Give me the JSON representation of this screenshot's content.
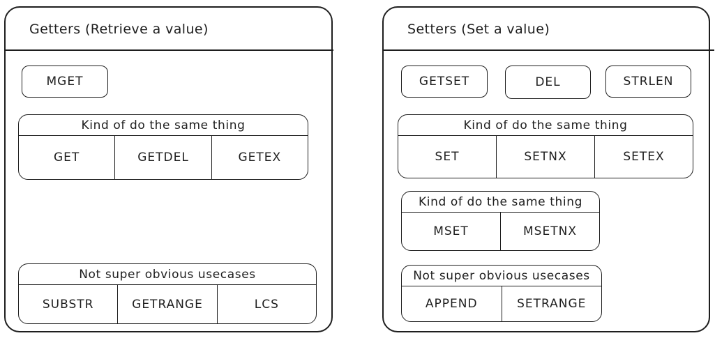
{
  "getters": {
    "title": "Getters (Retrieve a value)",
    "single": "MGET",
    "group1": {
      "label": "Kind of do the same thing",
      "items": [
        "GET",
        "GETDEL",
        "GETEX"
      ]
    },
    "group2": {
      "label": "Not super obvious usecases",
      "items": [
        "SUBSTR",
        "GETRANGE",
        "LCS"
      ]
    }
  },
  "setters": {
    "title": "Setters (Set a value)",
    "singles": [
      "GETSET",
      "DEL",
      "STRLEN"
    ],
    "group1": {
      "label": "Kind of do the same thing",
      "items": [
        "SET",
        "SETNX",
        "SETEX"
      ]
    },
    "group2": {
      "label": "Kind of do the same thing",
      "items": [
        "MSET",
        "MSETNX"
      ]
    },
    "group3": {
      "label": "Not super obvious usecases",
      "items": [
        "APPEND",
        "SETRANGE"
      ]
    }
  }
}
